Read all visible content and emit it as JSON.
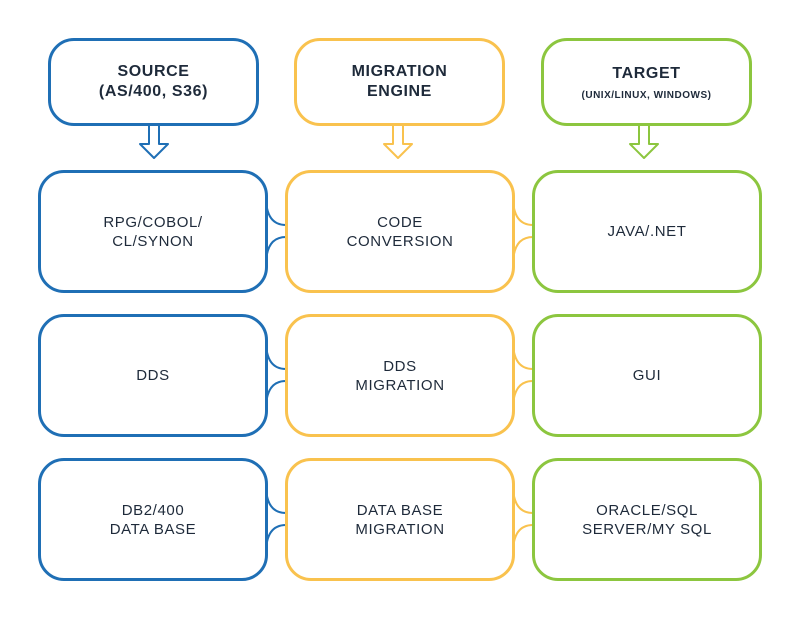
{
  "columns": [
    {
      "id": "source",
      "color": "#1f6fb5",
      "header": {
        "line1": "SOURCE",
        "line2": "(AS/400, S36)"
      },
      "cells": [
        {
          "line1": "RPG/COBOL/",
          "line2": "CL/SYNON"
        },
        {
          "line1": "DDS",
          "line2": ""
        },
        {
          "line1": "DB2/400",
          "line2": "DATA BASE"
        }
      ]
    },
    {
      "id": "engine",
      "color": "#f9c24e",
      "header": {
        "line1": "MIGRATION",
        "line2": "ENGINE"
      },
      "cells": [
        {
          "line1": "CODE",
          "line2": "CONVERSION"
        },
        {
          "line1": "DDS",
          "line2": "MIGRATION"
        },
        {
          "line1": "DATA BASE",
          "line2": "MIGRATION"
        }
      ]
    },
    {
      "id": "target",
      "color": "#8cc63f",
      "header": {
        "line1": "TARGET",
        "sub": "(UNIX/LINUX, WINDOWS)"
      },
      "cells": [
        {
          "line1": "JAVA/.NET",
          "line2": ""
        },
        {
          "line1": "GUI",
          "line2": ""
        },
        {
          "line1": "ORACLE/SQL",
          "line2": "SERVER/MY SQL"
        }
      ]
    }
  ]
}
